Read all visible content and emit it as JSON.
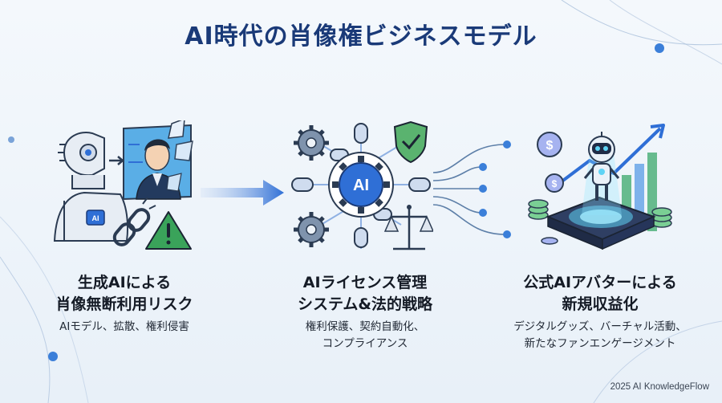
{
  "title": "AI時代の肖像権ビジネスモデル",
  "columns": [
    {
      "title_lines": [
        "生成AIによる",
        "肖像無断利用リスク"
      ],
      "desc_lines": [
        "AIモデル、拡散、権利侵害"
      ]
    },
    {
      "title_lines": [
        "AIライセンス管理",
        "システム&法的戦略"
      ],
      "desc_lines": [
        "権利保護、契約自動化、",
        "コンプライアンス"
      ],
      "hub_label": "AI"
    },
    {
      "title_lines": [
        "公式AIアバターによる",
        "新規収益化"
      ],
      "desc_lines": [
        "デジタルグッズ、バーチャル活動、",
        "新たなファンエンゲージメント"
      ]
    }
  ],
  "robot_chip": "AI",
  "footer": "2025 AI KnowledgeFlow",
  "colors": {
    "title": "#1a3a78",
    "accent_blue": "#2f6fd6",
    "green": "#3aa35a",
    "warning": "#2f9a5a",
    "dot": "#3b7fd9"
  }
}
